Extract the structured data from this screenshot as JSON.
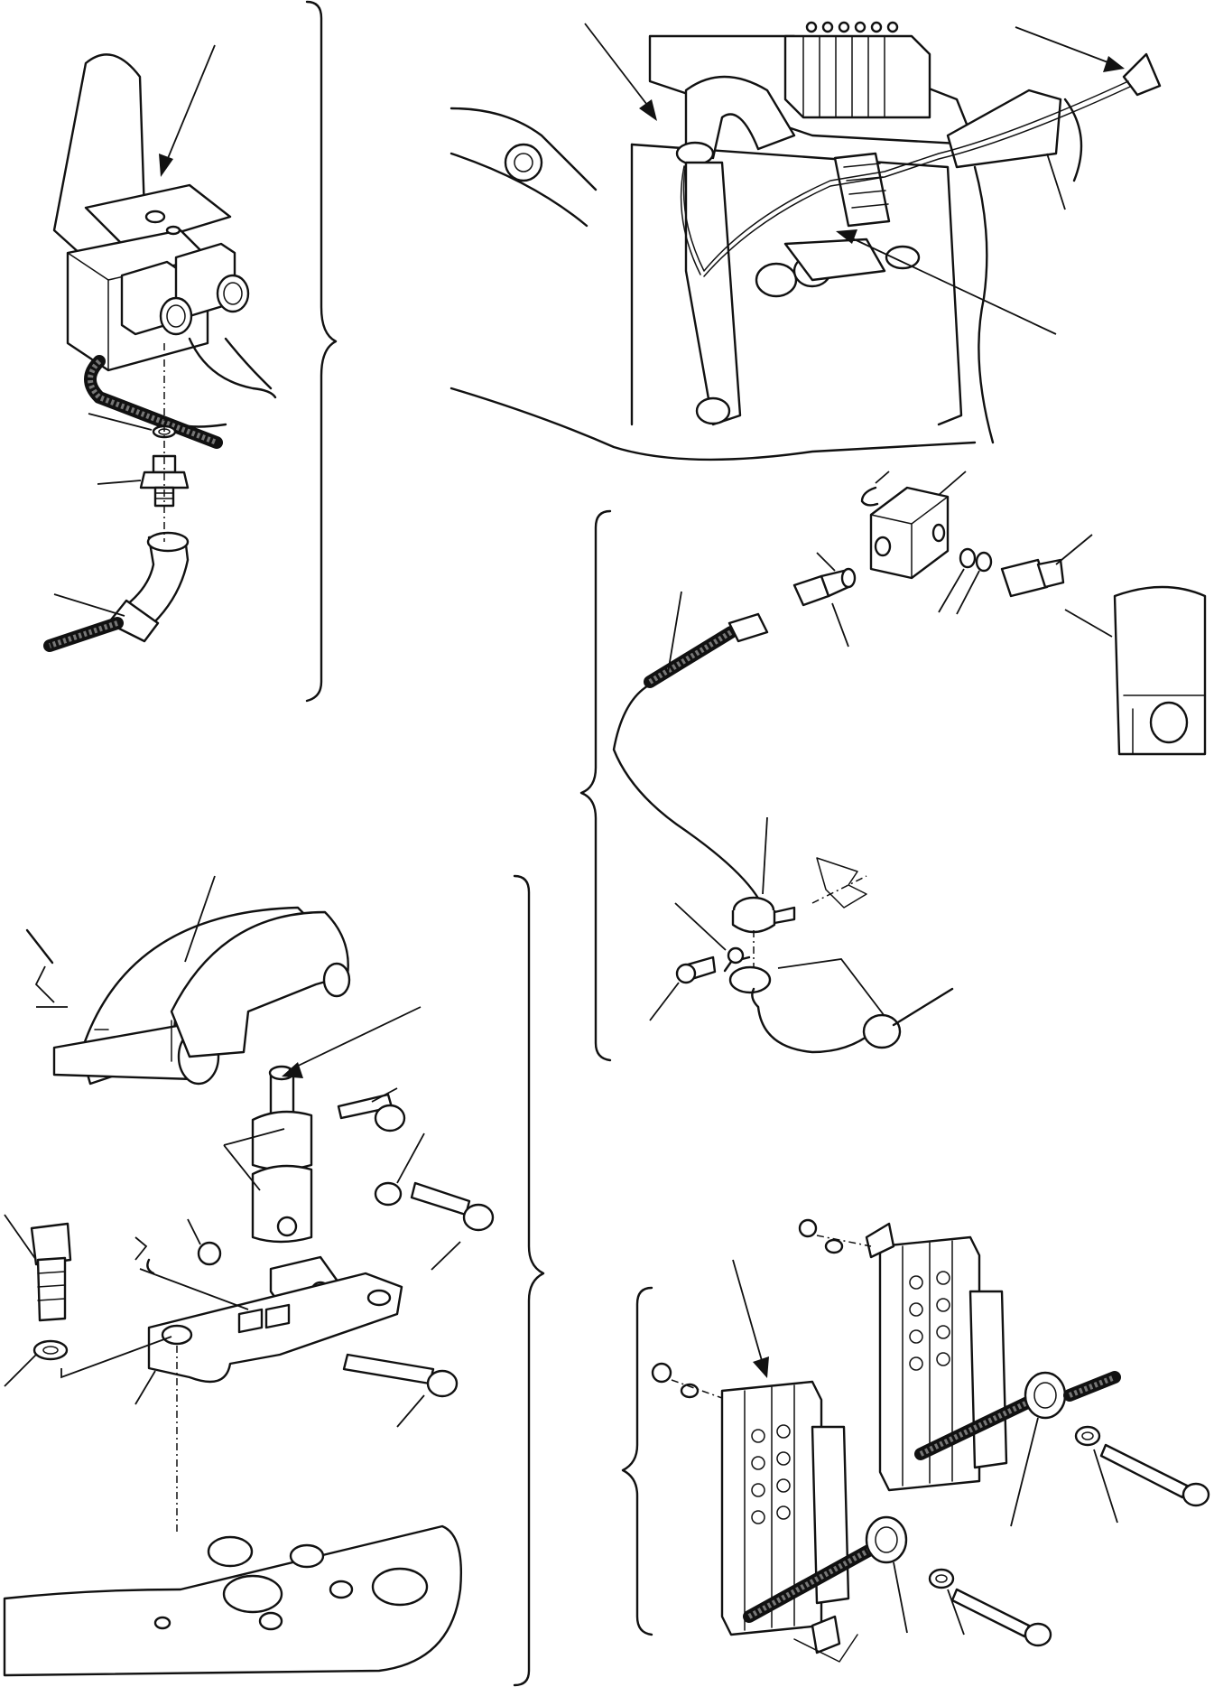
{
  "document": {
    "type": "exploded-parts-illustration",
    "callout_labels_printed": false,
    "views": [
      {
        "id": "view-a",
        "subject": "hydraulic-valve-with-elbow-hose-fitting"
      },
      {
        "id": "view-b",
        "subject": "frame-assembly-with-valve-bank-and-routed-line"
      },
      {
        "id": "view-c",
        "subject": "junction-block-with-fittings-and-clamped-line"
      },
      {
        "id": "view-d",
        "subject": "pivot-bracket-with-pins-and-bolts"
      },
      {
        "id": "view-e",
        "subject": "double-clamp-blocks-with-through-bolts"
      }
    ]
  },
  "colors": {
    "ink": "#111111",
    "paper": "#ffffff",
    "hatch": "#777777"
  }
}
